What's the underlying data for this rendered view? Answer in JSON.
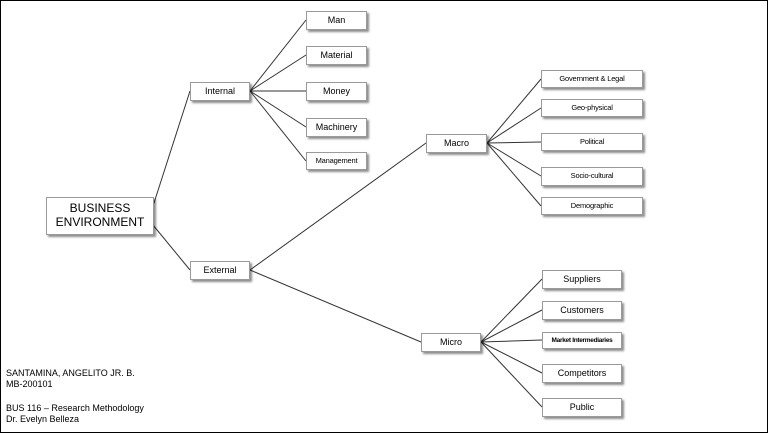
{
  "root": "BUSINESS ENVIRONMENT",
  "internal": {
    "label": "Internal",
    "children": [
      "Man",
      "Material",
      "Money",
      "Machinery",
      "Management"
    ]
  },
  "external": {
    "label": "External",
    "macro": {
      "label": "Macro",
      "children": [
        "Government & Legal",
        "Geo-physical",
        "Political",
        "Socio-cultural",
        "Demographic"
      ]
    },
    "micro": {
      "label": "Micro",
      "children": [
        "Suppliers",
        "Customers",
        "Market Intermediaries",
        "Competitors",
        "Public"
      ]
    }
  },
  "credits": {
    "name": "SANTAMINA, ANGELITO JR. B.",
    "id": "MB-200101",
    "course": "BUS 116 – Research Methodology",
    "instructor": "Dr. Evelyn Belleza"
  }
}
